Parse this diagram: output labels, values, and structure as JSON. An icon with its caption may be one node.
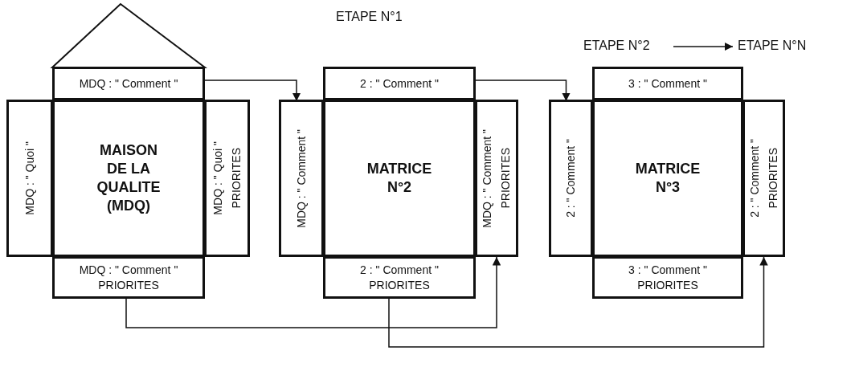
{
  "diagram": {
    "nodes": [
      {
        "text": [
          "MDQ : \" Comment \""
        ]
      },
      {
        "text": [
          "MDQ : \" Quoi \""
        ]
      },
      {
        "text": [
          "MAISON DE LA QUALITE (MDQ)"
        ]
      },
      {
        "text": [
          "MDQ : \" Quoi \"",
          "PRIORITES"
        ]
      },
      {
        "text": [
          "MDQ : \" Comment \"",
          "PRIORITES"
        ]
      },
      {
        "text": [
          "2 : \" Comment \""
        ]
      },
      {
        "text": [
          "MDQ : \" Comment \""
        ]
      },
      {
        "text": [
          "MATRICE N°2"
        ]
      },
      {
        "text": [
          "MDQ : \" Comment \"",
          "PRIORITES"
        ]
      },
      {
        "text": [
          "2 : \" Comment \"",
          "PRIORITES"
        ]
      },
      {
        "text": [
          "3 : \" Comment \""
        ]
      },
      {
        "text": [
          "2 : \" Comment \""
        ]
      },
      {
        "text": [
          "MATRICE N°3"
        ]
      },
      {
        "text": [
          "2 : \" Comment \"",
          "PRIORITES"
        ]
      },
      {
        "text": [
          "3 : \" Comment \"",
          "PRIORITES"
        ]
      },
      {
        "text": [
          "ETAPE N°2"
        ]
      },
      {
        "text": [
          "ETAPE N°N"
        ]
      }
    ],
    "edges": [
      {
        "from": 0,
        "to": 6,
        "arrow": "to"
      },
      {
        "from": 5,
        "to": 11,
        "arrow": "to"
      },
      {
        "from": 4,
        "to": 8,
        "arrow": "to"
      },
      {
        "from": 9,
        "to": 13,
        "arrow": "to"
      },
      {
        "from": 15,
        "to": 16,
        "arrow": "to"
      }
    ],
    "labels": [
      "ETAPE N°1"
    ]
  }
}
